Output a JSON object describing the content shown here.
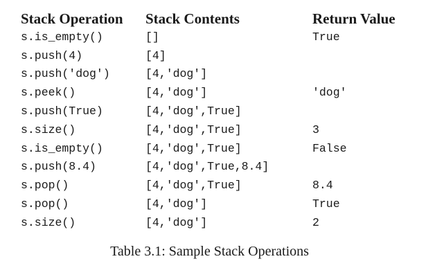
{
  "table": {
    "headers": {
      "operation": "Stack Operation",
      "contents": "Stack Contents",
      "return_value": "Return Value"
    },
    "rows": [
      {
        "operation": "s.is_empty()",
        "contents": "[]",
        "return_value": "True"
      },
      {
        "operation": "s.push(4)",
        "contents": "[4]",
        "return_value": ""
      },
      {
        "operation": "s.push('dog')",
        "contents": "[4,'dog']",
        "return_value": ""
      },
      {
        "operation": "s.peek()",
        "contents": "[4,'dog']",
        "return_value": "'dog'"
      },
      {
        "operation": "s.push(True)",
        "contents": "[4,'dog',True]",
        "return_value": ""
      },
      {
        "operation": "s.size()",
        "contents": "[4,'dog',True]",
        "return_value": "3"
      },
      {
        "operation": "s.is_empty()",
        "contents": "[4,'dog',True]",
        "return_value": "False"
      },
      {
        "operation": "s.push(8.4)",
        "contents": "[4,'dog',True,8.4]",
        "return_value": ""
      },
      {
        "operation": "s.pop()",
        "contents": "[4,'dog',True]",
        "return_value": "8.4"
      },
      {
        "operation": "s.pop()",
        "contents": "[4,'dog']",
        "return_value": "True"
      },
      {
        "operation": "s.size()",
        "contents": "[4,'dog']",
        "return_value": "2"
      }
    ]
  },
  "caption": "Table 3.1: Sample Stack Operations"
}
